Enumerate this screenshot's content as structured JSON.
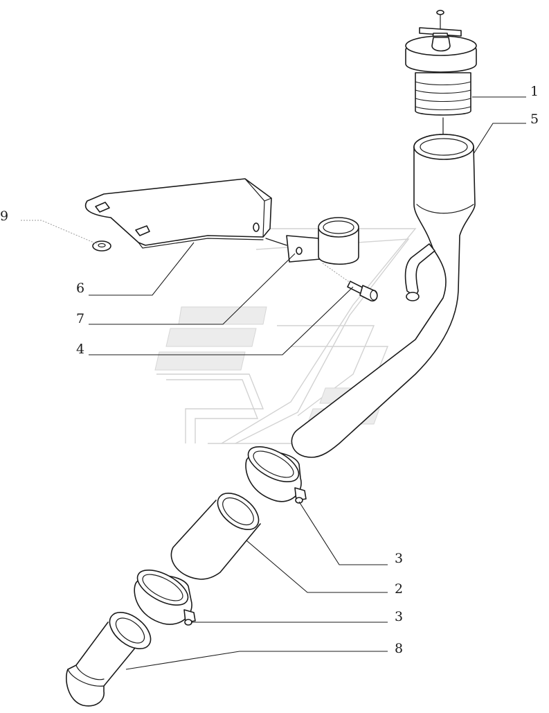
{
  "callouts": {
    "c1": "1",
    "c5": "5",
    "c9": "9",
    "c6": "6",
    "c7": "7",
    "c4": "4",
    "c3a": "3",
    "c2": "2",
    "c3b": "3",
    "c8": "8"
  },
  "colors": {
    "line": "#1a1a1a",
    "watermark": "#d2d2d2",
    "background": "#ffffff"
  }
}
